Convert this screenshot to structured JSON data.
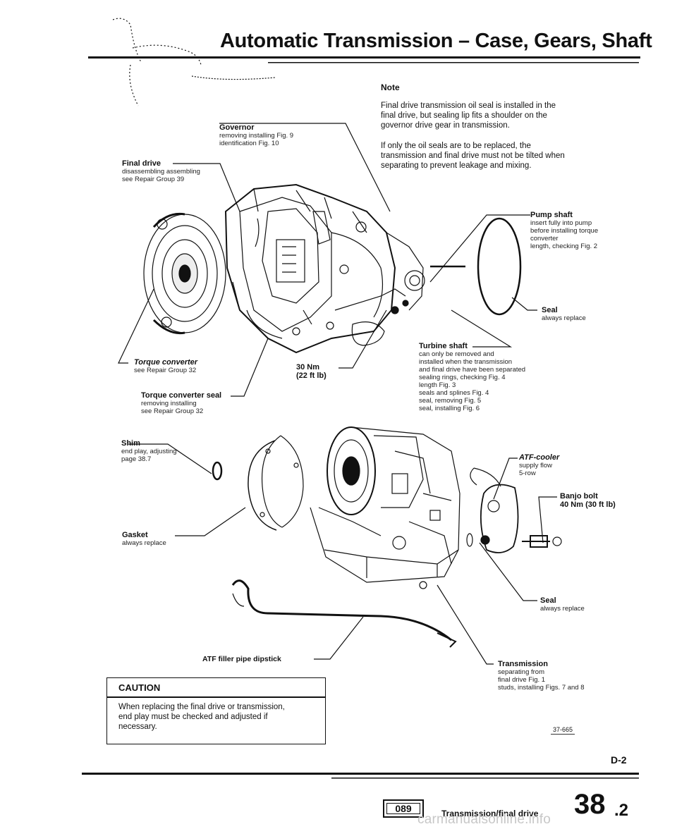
{
  "header": {
    "title": "Automatic Transmission – Case, Gears, Shaft"
  },
  "note": {
    "heading": "Note",
    "p1": [
      "Final drive transmission oil seal is installed in the",
      "final drive, but sealing lip fits a shoulder on the",
      "governor drive gear in transmission."
    ],
    "p2": [
      "If only the oil seals are to be replaced, the",
      "transmission and final drive must not be tilted when",
      "separating to prevent leakage and mixing."
    ]
  },
  "labels": {
    "governor": {
      "head": "Governor",
      "lines": [
        "removing installing Fig. 9",
        "identification Fig. 10"
      ]
    },
    "final_drive": {
      "head": "Final drive",
      "lines": [
        "disassembling assembling",
        "see Repair Group 39"
      ]
    },
    "pump_shaft": {
      "head": "Pump shaft",
      "lines": [
        "insert fully into pump",
        "before installing torque",
        "converter",
        "length, checking Fig. 2"
      ]
    },
    "seal_top": {
      "head": "Seal",
      "lines": [
        "always replace"
      ]
    },
    "torque_converter": {
      "head": "Torque converter",
      "lines": [
        "see Repair Group 32"
      ]
    },
    "torque_value": {
      "line1": "30 Nm",
      "line2": "(22 ft lb)"
    },
    "turbine_shaft": {
      "head": "Turbine shaft",
      "lines": [
        "can only be removed and",
        "installed when the transmission",
        "and final drive have been separated",
        "sealing rings, checking Fig. 4",
        "length Fig. 3",
        "seals and splines Fig. 4",
        "seal, removing Fig. 5",
        "seal, installing Fig. 6"
      ]
    },
    "tc_seal": {
      "head": "Torque converter seal",
      "lines": [
        "removing installing",
        "see Repair Group 32"
      ]
    },
    "shim": {
      "head": "Shim",
      "lines": [
        "end play, adjusting",
        "page 38.7"
      ]
    },
    "gasket": {
      "head": "Gasket",
      "lines": [
        "always replace"
      ]
    },
    "atf_cooler": {
      "head": "ATF-cooler",
      "lines": [
        "supply flow",
        "5-row"
      ]
    },
    "banjo_bolt": {
      "head": "Banjo bolt",
      "lines": [
        "40 Nm (30 ft lb)"
      ]
    },
    "seal_bottom": {
      "head": "Seal",
      "lines": [
        "always replace"
      ]
    },
    "dipstick": {
      "head": "ATF filler pipe dipstick"
    },
    "transmission": {
      "head": "Transmission",
      "lines": [
        "separating from",
        "final drive Fig. 1",
        "studs, installing Figs. 7 and 8"
      ]
    }
  },
  "caution": {
    "heading": "CAUTION",
    "text": [
      "When replacing the final drive or transmission,",
      "end play must be checked and adjusted if",
      "necessary."
    ]
  },
  "figure_number": "37-665",
  "page_id": "D-2",
  "footer": {
    "box_code": "089",
    "section_text": "Transmission/final drive",
    "section_number": "38",
    "section_sub": ".2"
  },
  "watermark": "carmanualsonline.info"
}
